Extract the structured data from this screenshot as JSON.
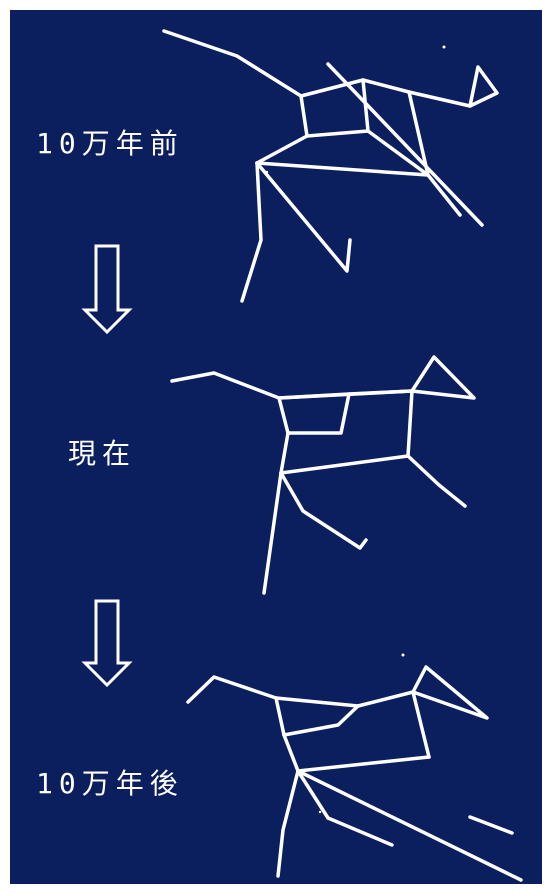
{
  "background_color": "#0b1f5e",
  "line_color": "#ffffff",
  "labels": {
    "past": "10万年前",
    "present": "現在",
    "future": "10万年後"
  },
  "arrow_icon": "hollow-down-arrow-icon"
}
